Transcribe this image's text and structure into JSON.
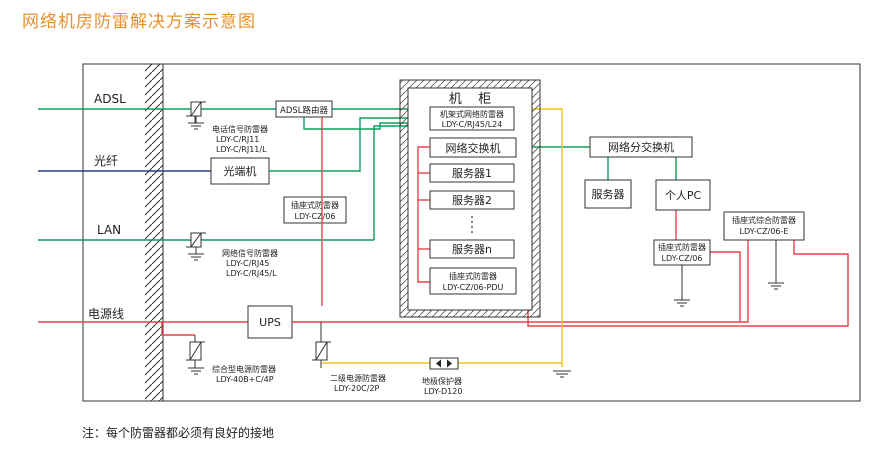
{
  "title": "网络机房防雷解决方案示意图",
  "note": "注：每个防雷器都必须有良好的接地",
  "lines": {
    "adsl": "ADSL",
    "fiber": "光纤",
    "lan": "LAN",
    "power": "电源线"
  },
  "devices": {
    "adsl_router": "ADSL路由器",
    "optical_terminal": "光端机",
    "ups": "UPS",
    "cabinet_title": "机    柜",
    "rack_protector_name": "机架式网络防雷器",
    "rack_protector_model": "LDY-C/RJ45/L24",
    "switch": "网络交换机",
    "server1": "服务器1",
    "server2": "服务器2",
    "server_n": "服务器n",
    "cab_socket_name": "插座式防雷器",
    "cab_socket_model": "LDY-CZ/06-PDU",
    "sub_switch": "网络分交换机",
    "server": "服务器",
    "pc": "个人PC",
    "mid_socket_name": "插座式防雷器",
    "mid_socket_model": "LDY-CZ/06",
    "pc_socket_name": "插座式防雷器",
    "pc_socket_model": "LDY-CZ/06",
    "combo_socket_name": "插座式综合防雷器",
    "combo_socket_model": "LDY-CZ/06-E"
  },
  "protectors": {
    "phone_name": "电话信号防雷器",
    "phone_model1": "LDY-C/RJ11",
    "phone_model2": "LDY-C/RJ11/L",
    "net_name": "网络信号防雷器",
    "net_model1": "LDY-C/RJ45",
    "net_model2": "LDY-C/RJ45/L",
    "combo_power_name": "综合型电源防雷器",
    "combo_power_model": "LDY-40B+C/4P",
    "second_power_name": "二级电源防雷器",
    "second_power_model": "LDY-20C/2P",
    "ground_name": "地极保护器",
    "ground_model": "LDY-D120"
  },
  "colors": {
    "signal": "#0f9d58",
    "power": "#e8414b",
    "ground": "#f0c419",
    "fiber": "#2f3d8f",
    "title": "#e8912a"
  }
}
